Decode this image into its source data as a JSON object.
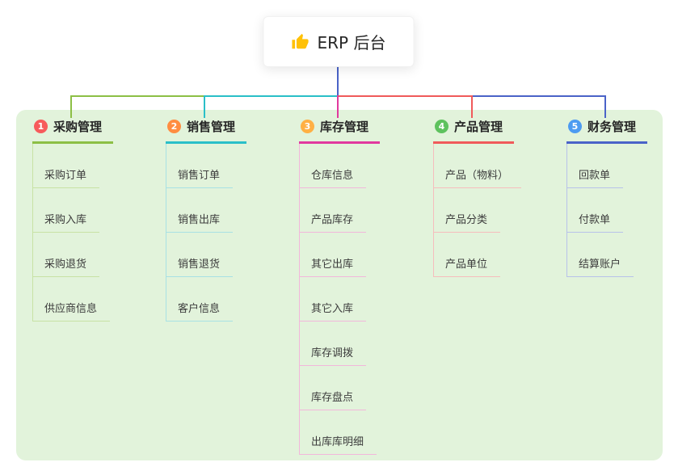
{
  "canvas": {
    "page_bg": "#FFFFFF",
    "panel_bg": "#E2F3DB"
  },
  "root": {
    "label": "ERP 后台",
    "icon": "thumbs-up-icon",
    "icon_color": "#FFC107",
    "stem_color": "#4A63C8"
  },
  "branches": [
    {
      "num": "1",
      "label": "采购管理",
      "badge_color": "#F75B5B",
      "line_color": "#8CBF45",
      "child_line_color": "#C8E2A4",
      "children": [
        "采购订单",
        "采购入库",
        "采购退货",
        "供应商信息"
      ]
    },
    {
      "num": "2",
      "label": "销售管理",
      "badge_color": "#FF8D41",
      "line_color": "#2ABFC8",
      "child_line_color": "#A8E1E4",
      "children": [
        "销售订单",
        "销售出库",
        "销售退货",
        "客户信息"
      ]
    },
    {
      "num": "3",
      "label": "库存管理",
      "badge_color": "#FFB044",
      "line_color": "#E1399E",
      "child_line_color": "#F2B7DB",
      "children": [
        "仓库信息",
        "产品库存",
        "其它出库",
        "其它入库",
        "库存调拨",
        "库存盘点",
        "出库库明细"
      ]
    },
    {
      "num": "4",
      "label": "产品管理",
      "badge_color": "#5EC25E",
      "line_color": "#F05A5A",
      "child_line_color": "#F6BDBD",
      "children": [
        "产品（物料）",
        "产品分类",
        "产品单位"
      ]
    },
    {
      "num": "5",
      "label": "财务管理",
      "badge_color": "#4D9BF1",
      "line_color": "#4A63C8",
      "child_line_color": "#B8C2E9",
      "children": [
        "回款单",
        "付款单",
        "结算账户"
      ]
    }
  ]
}
